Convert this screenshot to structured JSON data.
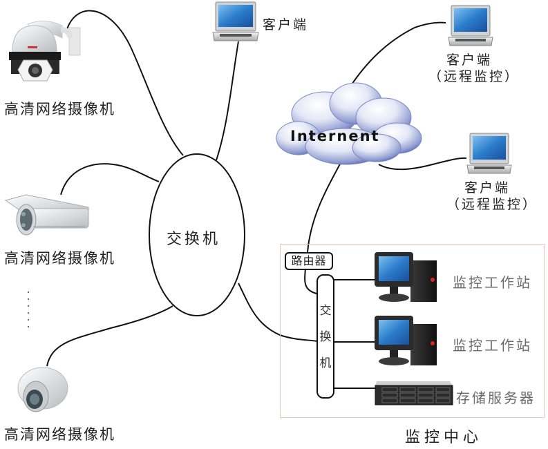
{
  "diagram": {
    "type": "network-topology",
    "title": "高清网络监控系统拓扑"
  },
  "cameras": [
    {
      "type": "ptz-dome",
      "label": "高清网络摄像机",
      "icon": "ptz-camera-icon"
    },
    {
      "type": "bullet",
      "label": "高清网络摄像机",
      "icon": "bullet-camera-icon"
    },
    {
      "type": "dome",
      "label": "高清网络摄像机",
      "icon": "dome-camera-icon"
    }
  ],
  "ellipsis": "⋮",
  "core_switch": {
    "label": "交换机"
  },
  "local_client": {
    "line1": "客户端",
    "icon": "laptop-icon"
  },
  "internet": {
    "label": "Internent",
    "icon": "cloud-icon"
  },
  "remote_clients": [
    {
      "line1": "客户端",
      "line2": "（远程监控）",
      "icon": "laptop-icon"
    },
    {
      "line1": "客户端",
      "line2": "（远程监控）",
      "icon": "laptop-icon"
    }
  ],
  "monitoring_center": {
    "title": "监控中心",
    "router": "路由器",
    "switch_chars": [
      "交",
      "换",
      "机"
    ],
    "devices": [
      {
        "label": "监控工作站",
        "icon": "workstation-icon"
      },
      {
        "label": "监控工作站",
        "icon": "workstation-icon"
      },
      {
        "label": "存储服务器",
        "icon": "storage-server-icon"
      }
    ]
  },
  "colors": {
    "line": "#111111",
    "box_border": "#e6c8b8",
    "cloud": "#9aa6d8",
    "screen": "#2f7fd0"
  }
}
